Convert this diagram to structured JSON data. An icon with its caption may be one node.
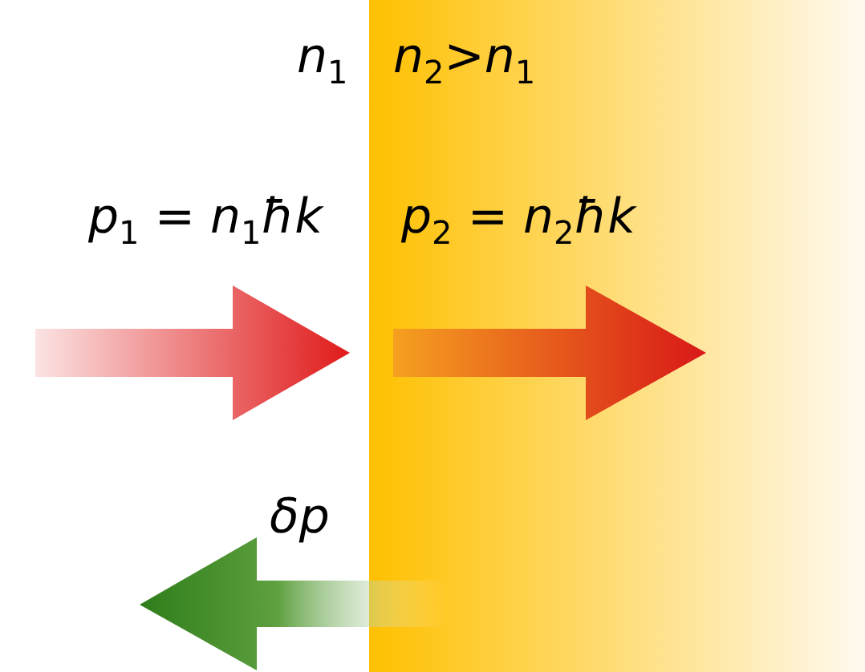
{
  "diagram": {
    "labels": [
      "*n*$_{1}$",
      "*n*$_{2}$>*n*$_{1}$",
      "*p*$_{1}$ = *n*$_{1}$*ħk*",
      "*p*$_{2}$ = *n*$_{2}$*ħk*",
      "δp"
    ]
  }
}
